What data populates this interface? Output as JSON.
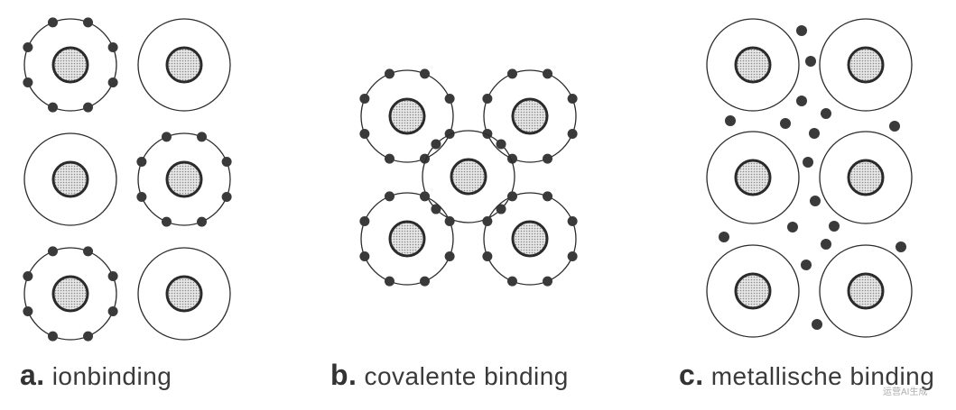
{
  "captions": {
    "a": {
      "letter": "a.",
      "text": "ionbinding"
    },
    "b": {
      "letter": "b.",
      "text": "covalente binding"
    },
    "c": {
      "letter": "c.",
      "text": "metallische binding"
    }
  },
  "watermark": "运营AI生成",
  "colors": {
    "outline": "#2b2b2b",
    "electron": "#3a3a3a",
    "nucleus_fill": "#d4d4d4",
    "text": "#3a3a3a"
  }
}
